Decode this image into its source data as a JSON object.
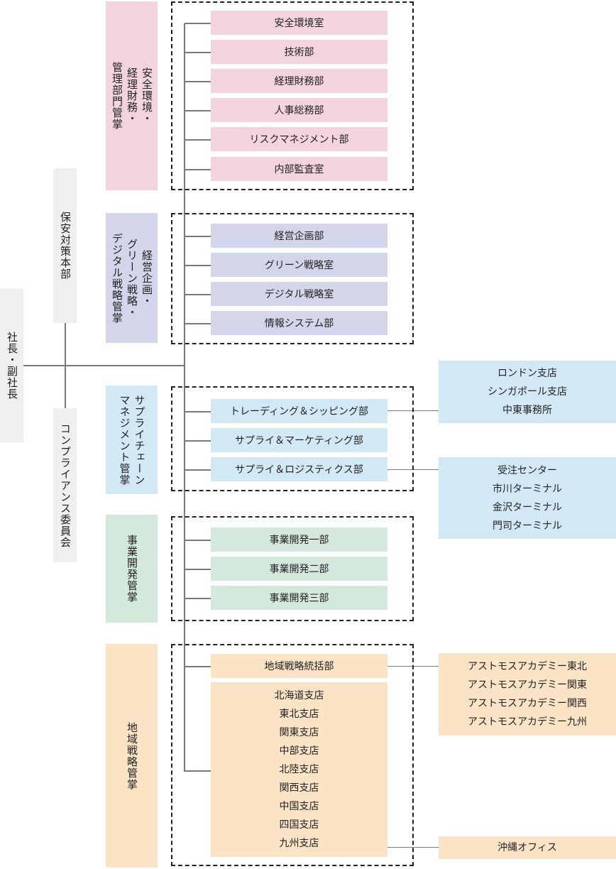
{
  "colors": {
    "pink": "#f2d3de",
    "lavender": "#d3d6ea",
    "blue": "#d3e8f5",
    "green": "#d5e8dc",
    "orange": "#fbe3c6",
    "gray": "#eeefef",
    "line": "#7a7a7a"
  },
  "top": {
    "president": [
      "社長・副社長"
    ],
    "security": [
      "保安対策本部"
    ],
    "compliance": [
      "コンプライアンス委員会"
    ]
  },
  "groups": [
    {
      "label": [
        "安全環境・",
        "経理財務・",
        "管理部門管掌"
      ],
      "depts": [
        "安全環境室",
        "技術部",
        "経理財務部",
        "人事総務部",
        "リスクマネジメント部",
        "内部監査室"
      ]
    },
    {
      "label": [
        "経営企画・",
        "グリーン戦略・",
        "デジタル戦略管掌"
      ],
      "depts": [
        "経営企画部",
        "グリーン戦略室",
        "デジタル戦略室",
        "情報システム部"
      ]
    },
    {
      "label": [
        "サプライチェーン",
        "マネジメント管掌"
      ],
      "depts": [
        "トレーディング＆シッピング部",
        "サプライ＆マーケティング部",
        "サプライ＆ロジスティクス部"
      ]
    },
    {
      "label": [
        "事業開発管掌"
      ],
      "depts": [
        "事業開発一部",
        "事業開発二部",
        "事業開発三部"
      ]
    },
    {
      "label": [
        "地域戦略管掌"
      ],
      "depts": [
        "地域戦略統括部"
      ],
      "branches": [
        "北海道支店",
        "東北支店",
        "関東支店",
        "中部支店",
        "北陸支店",
        "関西支店",
        "中国支店",
        "四国支店",
        "九州支店"
      ]
    }
  ],
  "right": [
    [
      "ロンドン支店",
      "シンガポール支店",
      "中東事務所"
    ],
    [
      "受注センター",
      "市川ターミナル",
      "金沢ターミナル",
      "門司ターミナル"
    ],
    [
      "アストモスアカデミー東北",
      "アストモスアカデミー関東",
      "アストモスアカデミー関西",
      "アストモスアカデミー九州"
    ],
    [
      "沖縄オフィス"
    ]
  ]
}
